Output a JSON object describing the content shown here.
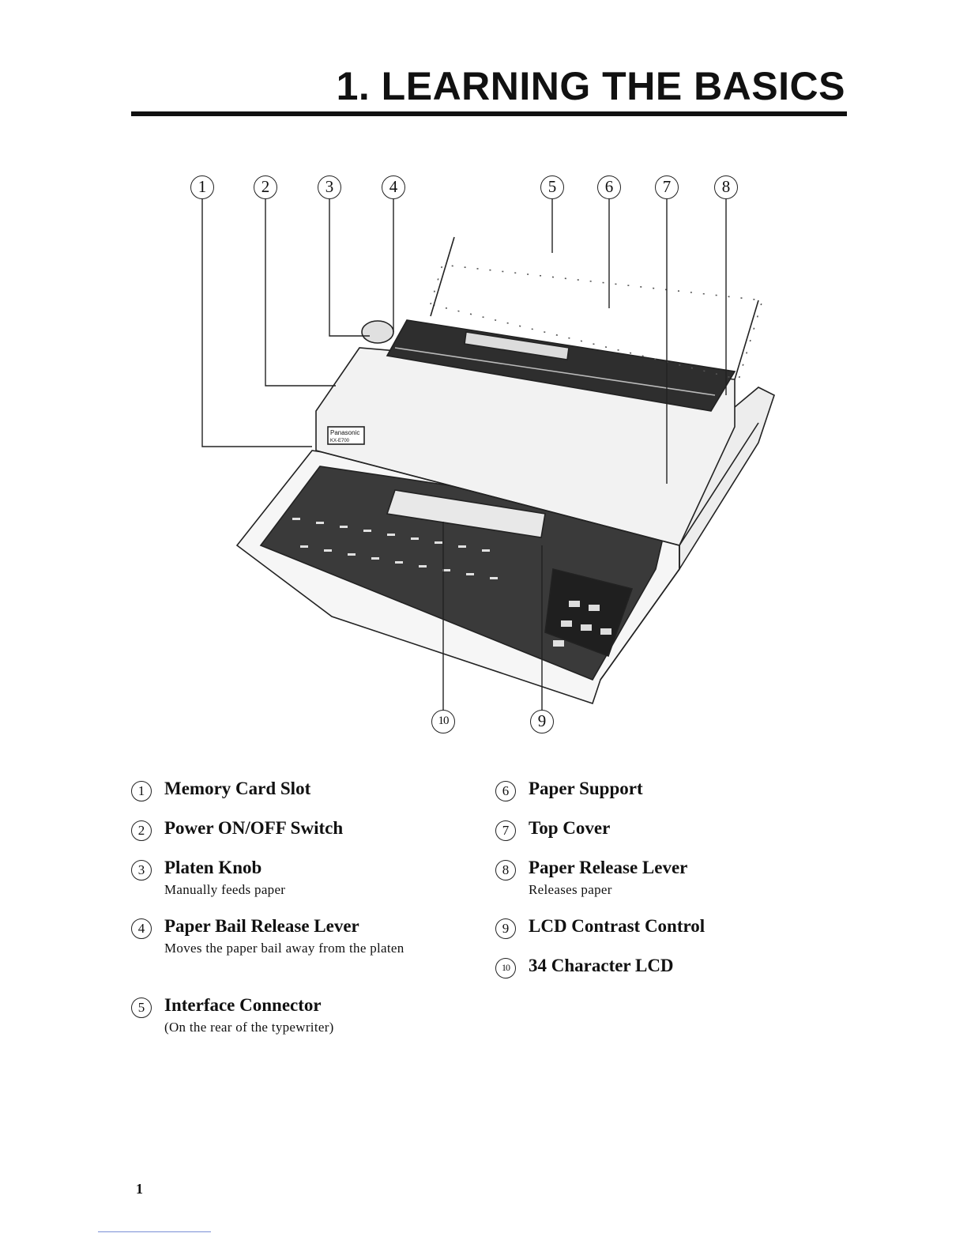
{
  "header": {
    "title": "1. LEARNING THE BASICS"
  },
  "figure": {
    "callouts": [
      "1",
      "2",
      "3",
      "4",
      "5",
      "6",
      "7",
      "8",
      "10",
      "9"
    ],
    "brand_plate": [
      "Panasonic",
      "KX-E700"
    ]
  },
  "legend": {
    "left": [
      {
        "num": "1",
        "label": "Memory Card Slot",
        "desc": ""
      },
      {
        "num": "2",
        "label": "Power ON/OFF Switch",
        "desc": ""
      },
      {
        "num": "3",
        "label": "Platen Knob",
        "desc": "Manually feeds paper"
      },
      {
        "num": "4",
        "label": "Paper Bail Release Lever",
        "desc": "Moves the paper bail away from the platen"
      },
      {
        "num": "5",
        "label": "Interface Connector",
        "desc": "(On the rear of the typewriter)"
      }
    ],
    "right": [
      {
        "num": "6",
        "label": "Paper Support",
        "desc": ""
      },
      {
        "num": "7",
        "label": "Top Cover",
        "desc": ""
      },
      {
        "num": "8",
        "label": "Paper Release Lever",
        "desc": "Releases paper"
      },
      {
        "num": "9",
        "label": "LCD Contrast Control",
        "desc": ""
      },
      {
        "num": "10",
        "label": "34 Character LCD",
        "desc": ""
      }
    ]
  },
  "footer": {
    "page_number": "1"
  }
}
